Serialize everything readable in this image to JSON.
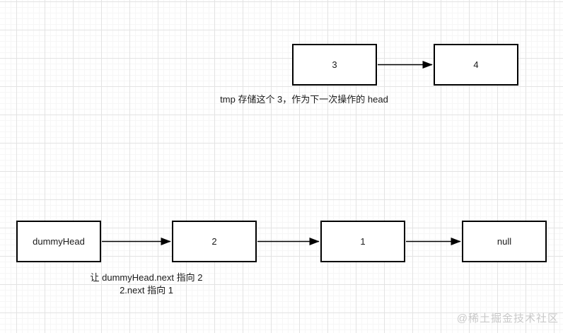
{
  "diagram": {
    "top_group": {
      "nodes": [
        {
          "id": "node-3",
          "label": "3"
        },
        {
          "id": "node-4",
          "label": "4"
        }
      ],
      "caption": "tmp 存储这个 3，作为下一次操作的 head"
    },
    "bottom_group": {
      "nodes": [
        {
          "id": "node-dummyHead",
          "label": "dummyHead"
        },
        {
          "id": "node-2",
          "label": "2"
        },
        {
          "id": "node-1",
          "label": "1"
        },
        {
          "id": "node-null",
          "label": "null"
        }
      ],
      "caption_line1": "让 dummyHead.next 指向 2",
      "caption_line2": "2.next 指向 1"
    },
    "arrows": [
      {
        "name": "arrow-3-to-4"
      },
      {
        "name": "arrow-dummyHead-to-2"
      },
      {
        "name": "arrow-2-to-1"
      },
      {
        "name": "arrow-1-to-null"
      }
    ],
    "watermark": "@稀土掘金技术社区",
    "colors": {
      "node_border": "#000000",
      "node_fill": "#ffffff",
      "arrow": "#000000",
      "grid_major": "#e3e3e3",
      "grid_minor": "#f6f6f6",
      "text": "#1a1a1a",
      "watermark": "#c9c9c9"
    }
  }
}
